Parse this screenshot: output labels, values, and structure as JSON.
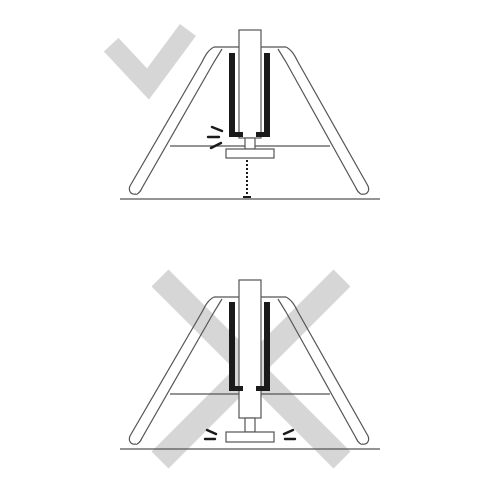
{
  "panels": [
    {
      "id": "correct-placement",
      "verdict": "correct",
      "verdict_icon": "checkmark-icon",
      "colors": {
        "verdict_mark": "#d6d6d6",
        "line_art": "#1a1a1a",
        "frame_stroke": "#555555"
      }
    },
    {
      "id": "incorrect-placement",
      "verdict": "incorrect",
      "verdict_icon": "cross-icon",
      "colors": {
        "verdict_mark": "#d6d6d6",
        "line_art": "#1a1a1a",
        "frame_stroke": "#555555"
      }
    }
  ]
}
